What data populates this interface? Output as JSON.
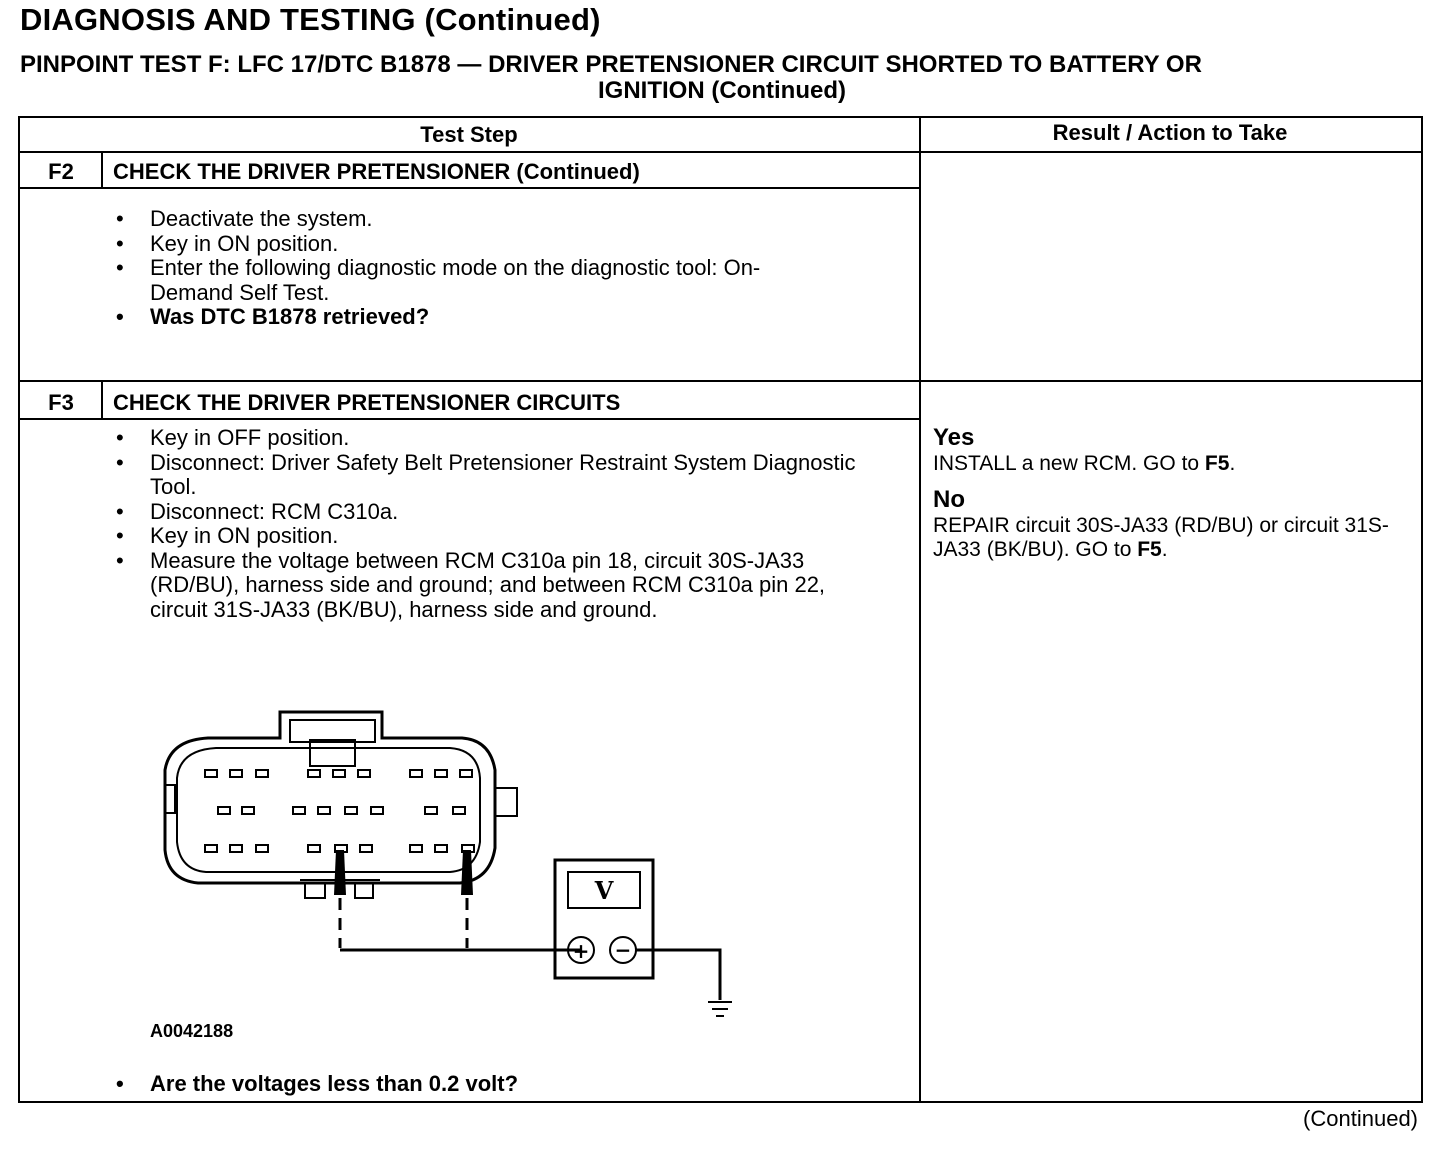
{
  "header": {
    "title": "DIAGNOSIS AND TESTING (Continued)",
    "test_title_line1": "PINPOINT TEST  F: LFC 17/DTC B1878 — DRIVER PRETENSIONER CIRCUIT SHORTED TO BATTERY OR",
    "test_title_line2": "IGNITION (Continued)"
  },
  "table": {
    "col_test_step": "Test Step",
    "col_result": "Result / Action to Take",
    "steps": [
      {
        "id": "F2",
        "title": "CHECK THE DRIVER PRETENSIONER (Continued)",
        "items": [
          "Deactivate the system.",
          "Key in ON position.",
          "Enter the following diagnostic mode on the diagnostic tool: On-Demand Self Test.",
          "Was DTC B1878 retrieved?"
        ]
      },
      {
        "id": "F3",
        "title": "CHECK THE DRIVER PRETENSIONER CIRCUITS",
        "items": [
          "Key in OFF position.",
          "Disconnect: Driver Safety Belt Pretensioner Restraint System Diagnostic Tool.",
          "Disconnect: RCM C310a.",
          "Key in ON position.",
          "Measure the voltage between RCM C310a pin 18, circuit 30S-JA33 (RD/BU), harness side and ground; and between RCM C310a pin 22, circuit 31S-JA33 (BK/BU), harness side and ground."
        ],
        "figure_id": "A0042188",
        "meter_symbol": "V",
        "meter_plus": "+",
        "meter_minus": "−",
        "final_question": "Are the voltages less than 0.2 volt?",
        "results": [
          {
            "label": "Yes",
            "text": "INSTALL a new RCM. GO to ",
            "target": "F5",
            "end": "."
          },
          {
            "label": "No",
            "text": "REPAIR circuit 30S-JA33 (RD/BU) or circuit 31S-JA33 (BK/BU). GO to ",
            "target": "F5",
            "end": "."
          }
        ]
      }
    ]
  },
  "footer": {
    "continued": "(Continued)"
  }
}
